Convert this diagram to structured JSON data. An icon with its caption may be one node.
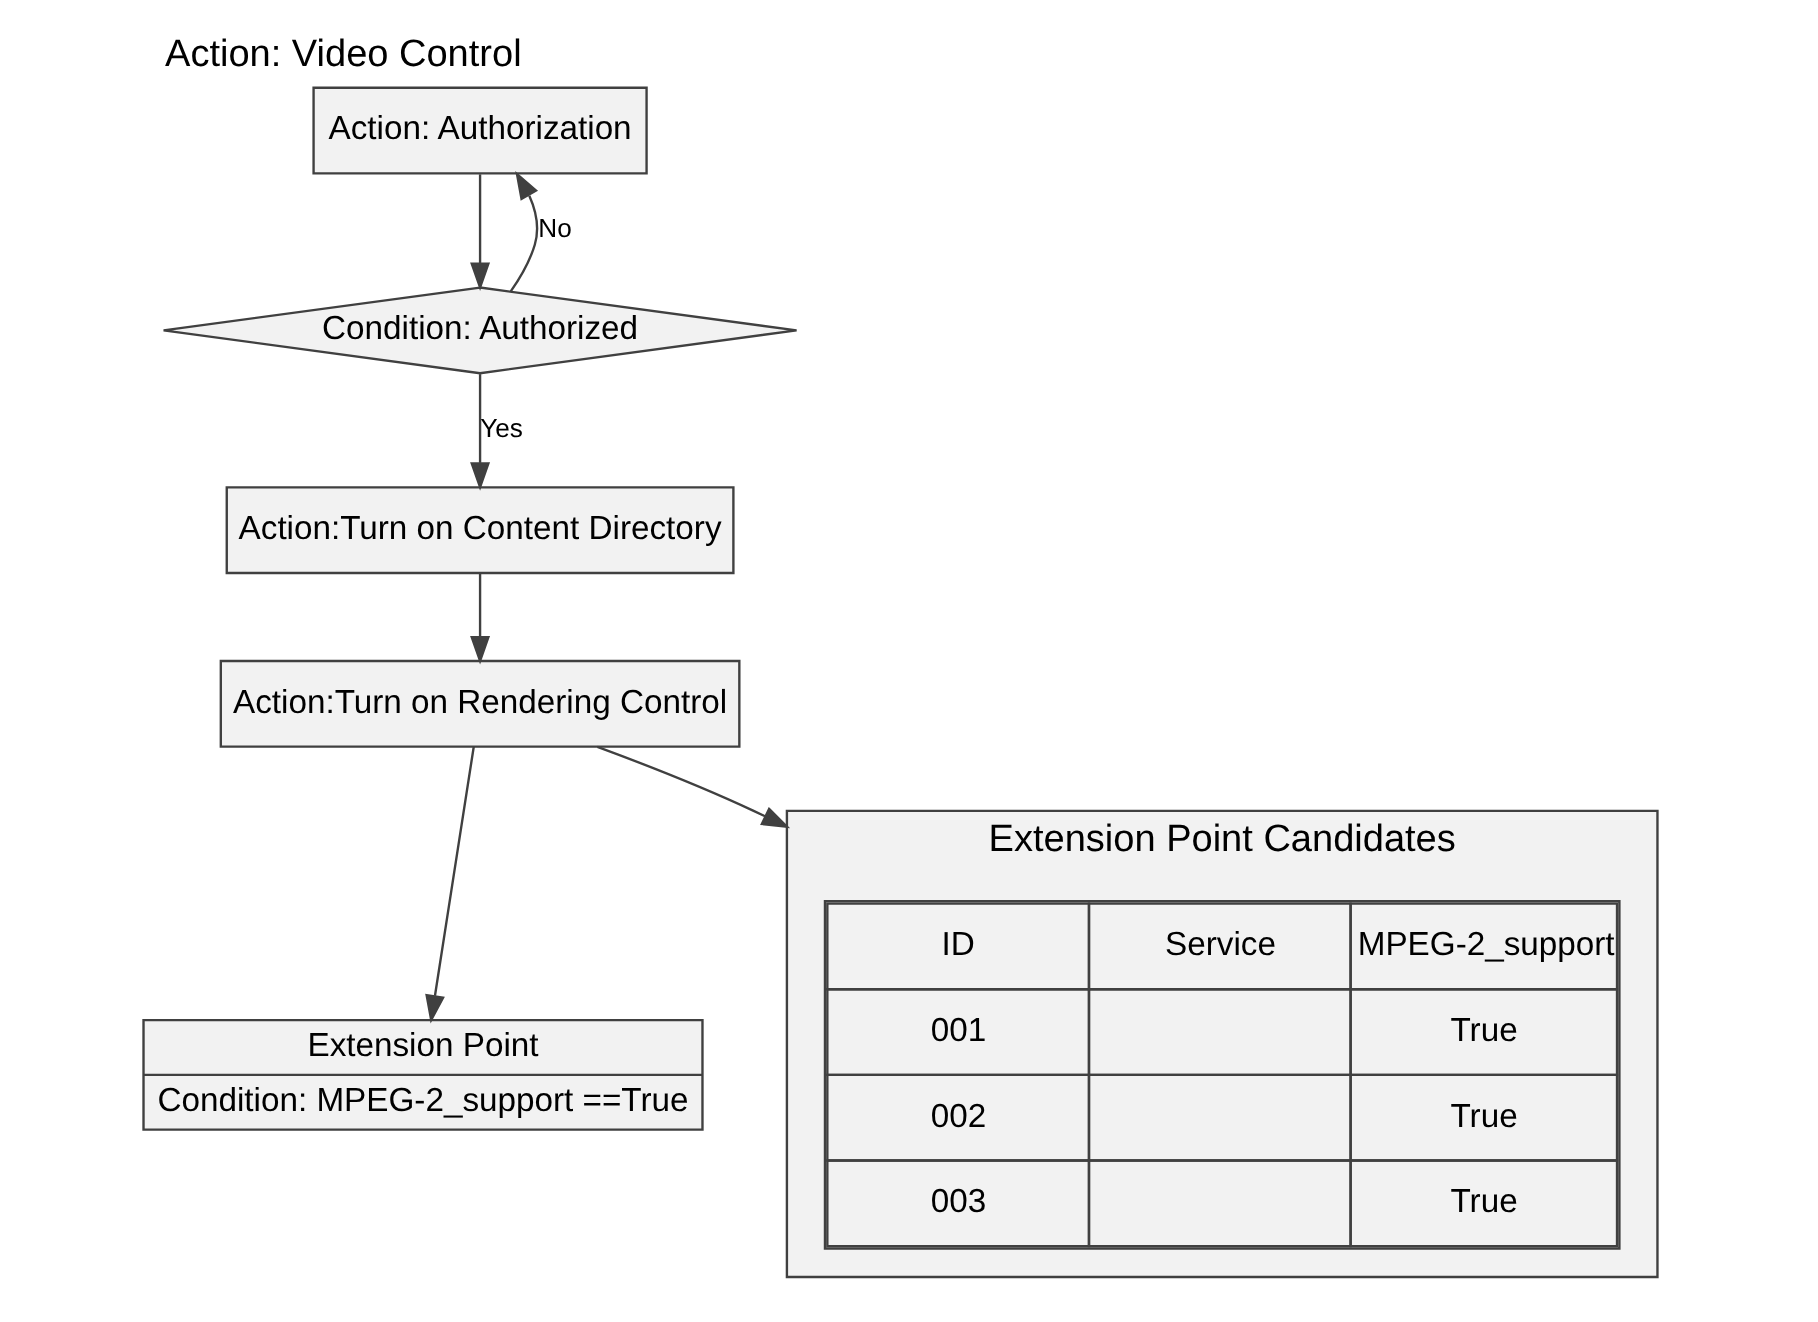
{
  "diagram": {
    "title": "Action: Video Control",
    "nodes": [
      {
        "text": [
          "Action: Authorization"
        ]
      },
      {
        "text": [
          "Condition: Authorized"
        ]
      },
      {
        "text": [
          "Action:Turn on Content Directory"
        ]
      },
      {
        "text": [
          "Action:Turn on Rendering Control"
        ]
      },
      {
        "text": [
          "Extension Point",
          "Condition: MPEG-2_support ==True"
        ]
      },
      {
        "text": [
          "Extension Point Candidates"
        ]
      }
    ],
    "edges": [
      {
        "from": 0,
        "to": 1,
        "arrow": "to"
      },
      {
        "from": 1,
        "to": 0,
        "arrow": "to",
        "label": "No"
      },
      {
        "from": 1,
        "to": 2,
        "arrow": "to",
        "label": "Yes"
      },
      {
        "from": 2,
        "to": 3,
        "arrow": "to"
      },
      {
        "from": 3,
        "to": 4,
        "arrow": "to"
      },
      {
        "from": 3,
        "to": 5,
        "arrow": "to"
      }
    ],
    "labels": [
      "ID",
      "Service",
      "MPEG-2_support",
      "001",
      "True",
      "002",
      "True",
      "003",
      "True"
    ]
  }
}
